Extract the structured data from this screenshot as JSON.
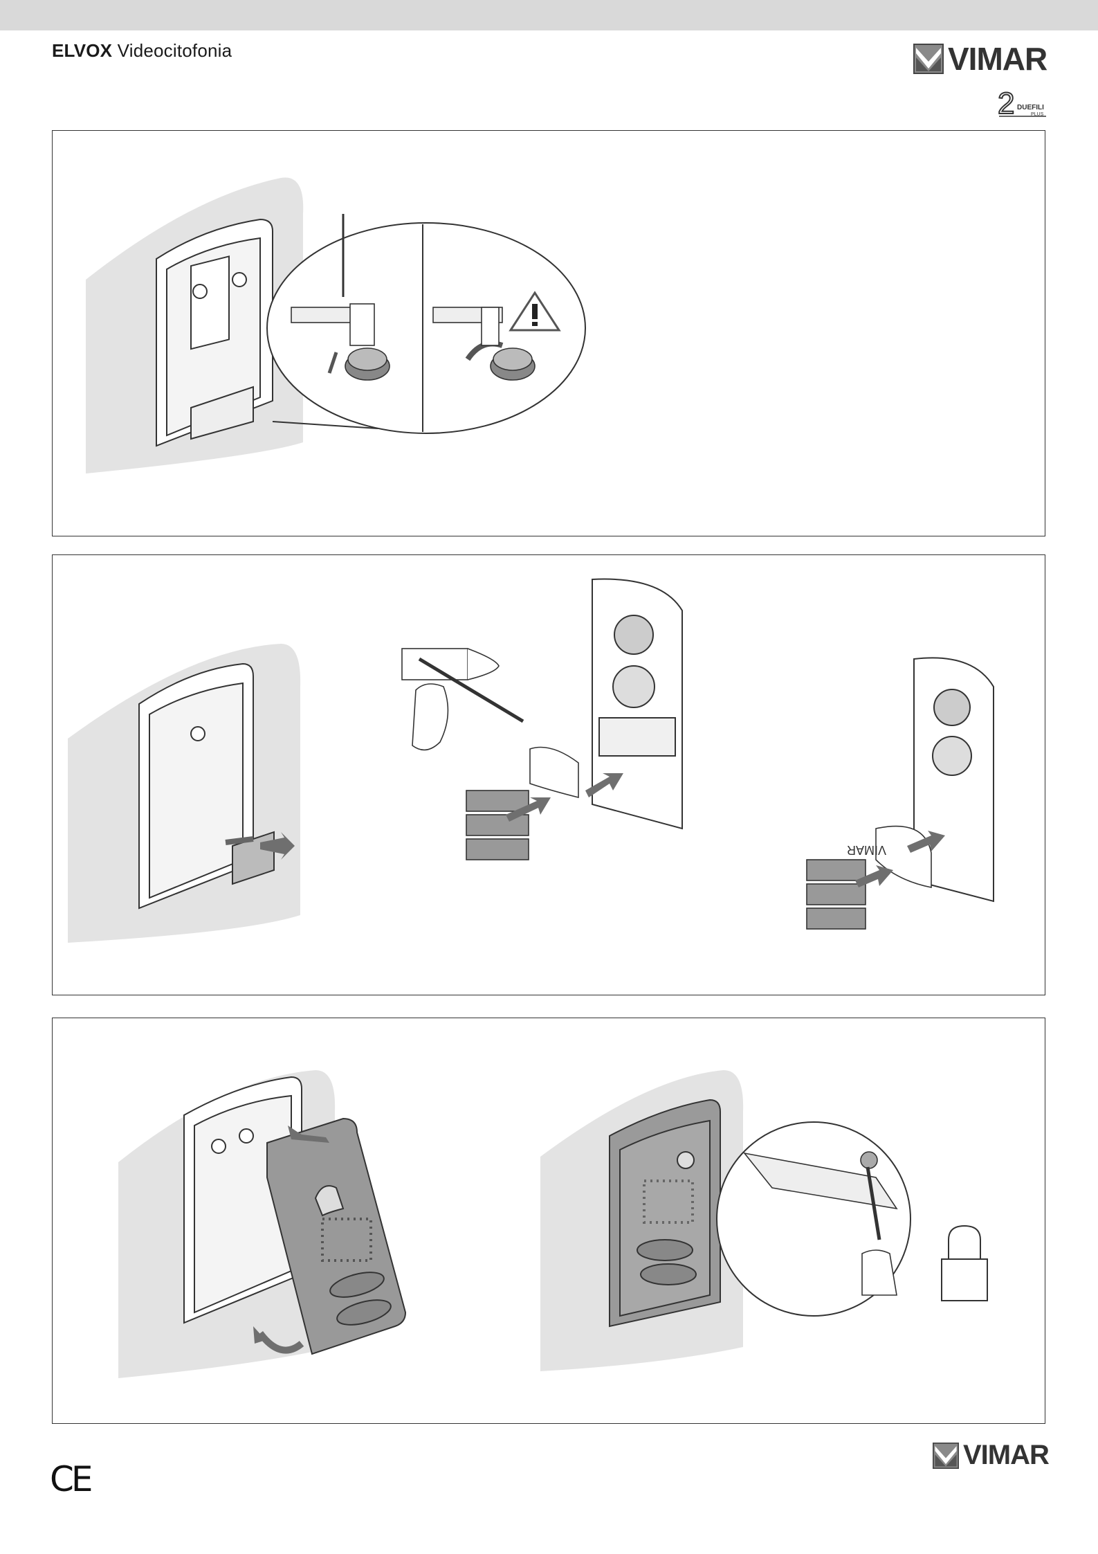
{
  "header": {
    "brand_bold": "ELVOX",
    "brand_sub": "Videocitofonia",
    "logo_text": "VIMAR",
    "duefili_label": "DUEFILI",
    "duefili_sub": "PLUS"
  },
  "panels": {
    "p2_label_text": "VIMAR"
  },
  "footer": {
    "logo_text": "VIMAR",
    "ce_mark": "CE"
  },
  "icons": [
    "warning-triangle-icon",
    "padlock-icon",
    "vimar-logo-icon",
    "ce-mark-icon"
  ],
  "colors": {
    "topbar": "#d9d9d9",
    "wall": "#e3e3e3",
    "line": "#333333",
    "arrow": "#6f6f6f"
  }
}
